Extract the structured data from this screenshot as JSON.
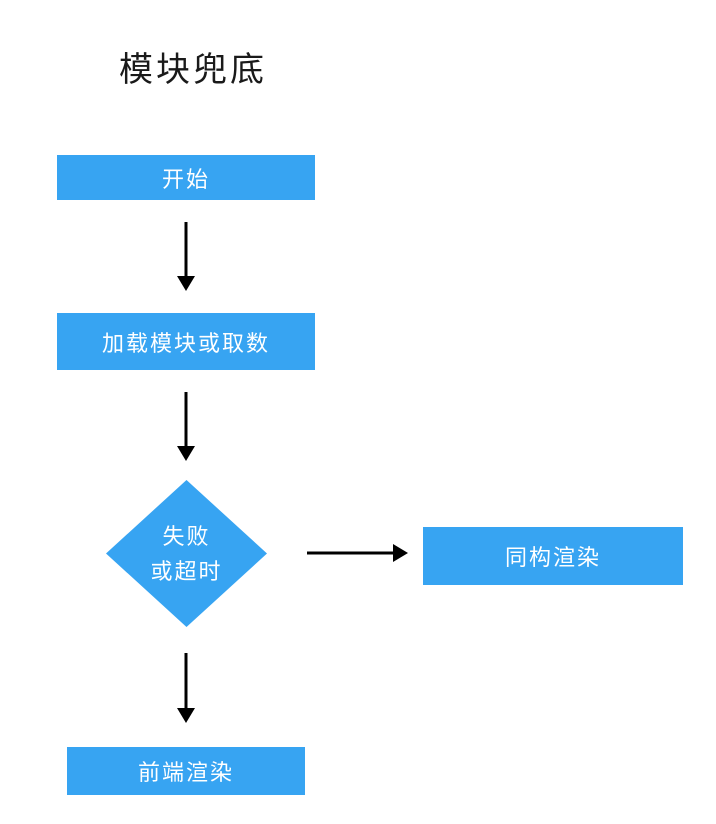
{
  "title": "模块兜底",
  "colors": {
    "background": "#ffffff",
    "node_fill": "#37a4f2",
    "node_text": "#ffffff",
    "arrow": "#000000",
    "title_text": "#1a1a1a"
  },
  "nodes": {
    "start": {
      "label": "开始",
      "shape": "rectangle"
    },
    "load": {
      "label": "加载模块或取数",
      "shape": "rectangle"
    },
    "decision": {
      "line1": "失败",
      "line2": "或超时",
      "shape": "diamond"
    },
    "ssr": {
      "label": "同构渲染",
      "shape": "rectangle"
    },
    "csr": {
      "label": "前端渲染",
      "shape": "rectangle"
    }
  },
  "edges": [
    {
      "from": "start",
      "to": "load",
      "direction": "down"
    },
    {
      "from": "load",
      "to": "decision",
      "direction": "down"
    },
    {
      "from": "decision",
      "to": "ssr",
      "direction": "right"
    },
    {
      "from": "decision",
      "to": "csr",
      "direction": "down"
    }
  ]
}
